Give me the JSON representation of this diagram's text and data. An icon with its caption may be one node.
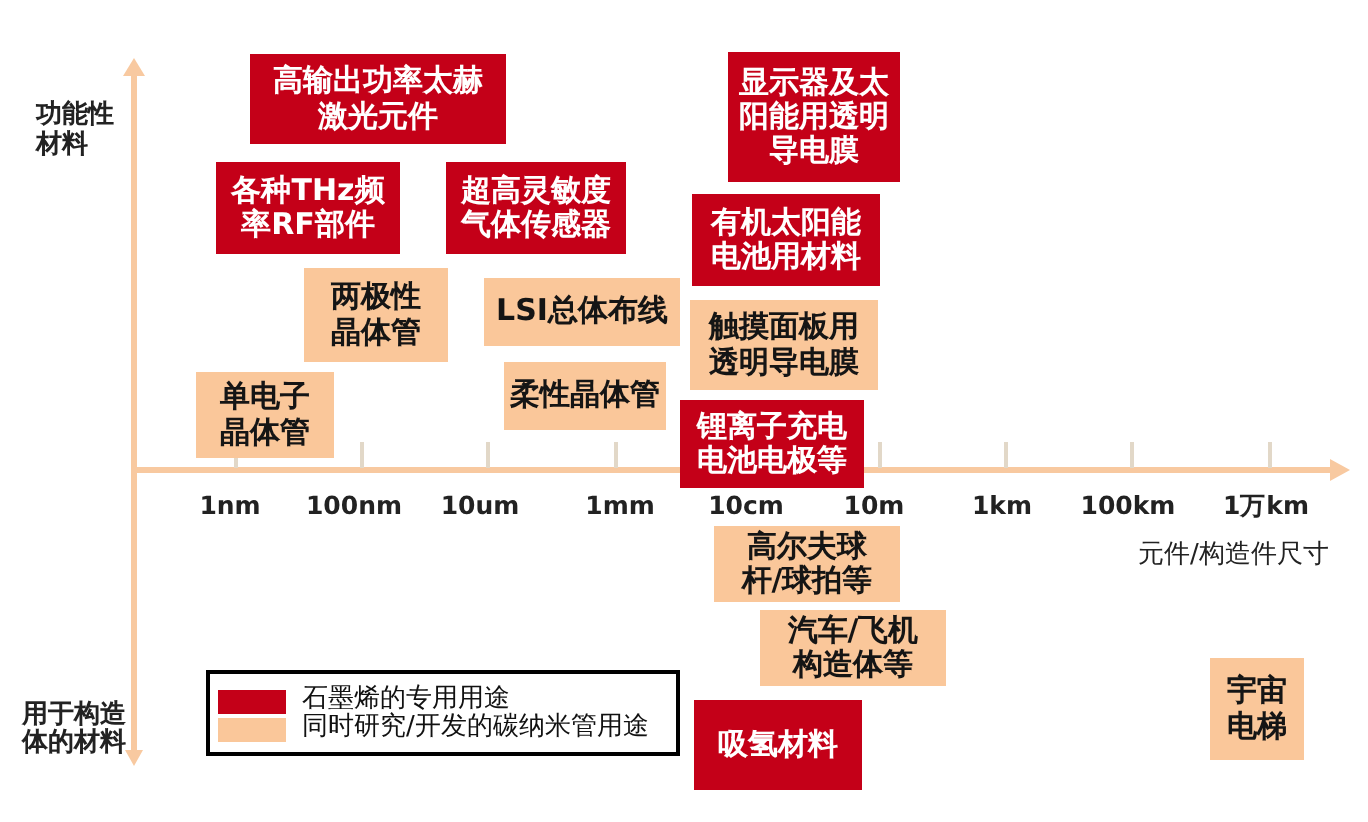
{
  "diagram": {
    "nodes": [
      {
        "text": [
          "高输出功率太赫激光元件"
        ]
      },
      {
        "text": [
          "显示器及太阳能用透明导电膜"
        ]
      },
      {
        "text": [
          "各种THz频率RF部件"
        ]
      },
      {
        "text": [
          "超高灵敏度气体传感器"
        ]
      },
      {
        "text": [
          "有机太阳能电池用材料"
        ]
      },
      {
        "text": [
          "两极性晶体管"
        ]
      },
      {
        "text": [
          "LSI总体布线"
        ]
      },
      {
        "text": [
          "触摸面板用透明导电膜"
        ]
      },
      {
        "text": [
          "单电子晶体管"
        ]
      },
      {
        "text": [
          "柔性晶体管"
        ]
      },
      {
        "text": [
          "锂离子充电电池电极等"
        ]
      },
      {
        "text": [
          "高尔夫球杆/球拍等"
        ]
      },
      {
        "text": [
          "汽车/飞机构造体等"
        ]
      },
      {
        "text": [
          "吸氢材料"
        ]
      },
      {
        "text": [
          "宇宙电梯"
        ]
      }
    ],
    "labels": [
      "功能性材料",
      "1nm",
      "100nm",
      "10um",
      "1mm",
      "10cm",
      "10m",
      "1km",
      "100km",
      "1万km",
      "元件/构造件尺寸",
      "用于构造体的材料"
    ],
    "legend": [
      {
        "text": "石墨烯的专用用途",
        "color": "#c40018"
      },
      {
        "text": "同时研究/开发的碳纳米管用途",
        "color": "#fac79a"
      }
    ]
  }
}
